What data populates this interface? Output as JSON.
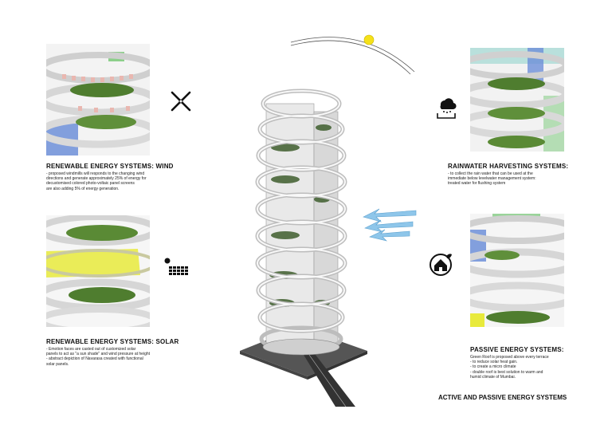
{
  "page_title": "ACTIVE AND PASSIVE ENERGY SYSTEMS",
  "panels": {
    "wind": {
      "title": "RENEWABLE ENERGY SYSTEMS:  WIND",
      "lines": [
        "- proposed windmills will responds to   the changing wind",
        "directions and generate approximately 25% of energy for",
        "decustomised colored photo-voltaic panel screens",
        "are also adding 5% of energy generation."
      ]
    },
    "solar": {
      "title": "RENEWABLE ENERGY SYSTEMS:  SOLAR",
      "lines": [
        "- Emotion faces are  casted out of customized solar",
        "panels to act as \"a sun shade\" and  wind pressure at height",
        "- abstract depiction of Navarasa created with functional",
        "solar panels."
      ]
    },
    "rain": {
      "title": "RAINWATER HARVESTING SYSTEMS:",
      "lines": [
        "- to collect the rain water that can be used at the",
        "immediate below levelwater management system:",
        "treated water for flushing system"
      ]
    },
    "passive": {
      "title": "PASSIVE  ENERGY SYSTEMS:",
      "lines": [
        "Green Roof is proposed above every terrace",
        "- to reduce solar heat gain.",
        "- to create  a micro climate",
        "- double roof is best solution to warm and",
        "  humid climate of Mumbai."
      ]
    }
  },
  "icons": [
    "windmill-icon",
    "solar-panel-icon",
    "rain-cloud-icon",
    "green-roof-icon",
    "sun-icon",
    "wind-arrows-icon"
  ],
  "colors": {
    "sun": "#f5e11a",
    "wind": "#8ec6ea",
    "green": "#5f8f3a",
    "yellow_panel": "#e8ea3c",
    "blue_panel": "#6d8fd8"
  }
}
